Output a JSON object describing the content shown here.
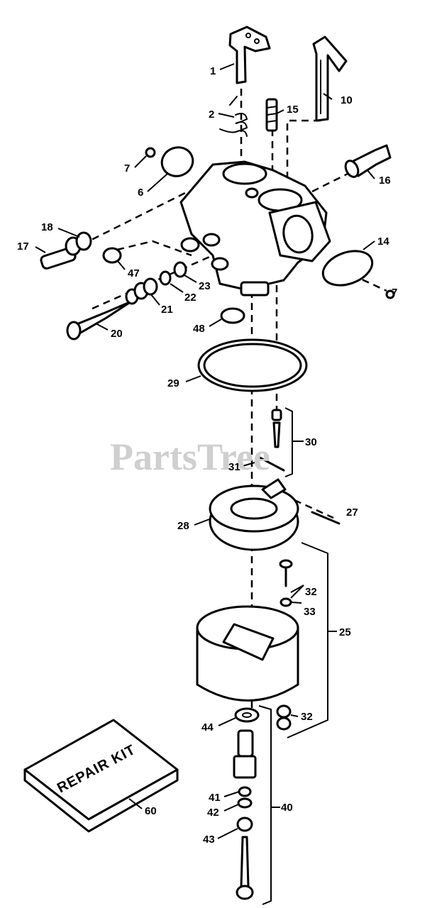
{
  "watermark": "PartsTree",
  "repair_kit_text": "REPAIR KIT",
  "callouts": {
    "c1": "1",
    "c2": "2",
    "c6": "6",
    "c7a": "7",
    "c7b": "7",
    "c10": "10",
    "c14": "14",
    "c15": "15",
    "c16": "16",
    "c17": "17",
    "c18": "18",
    "c20": "20",
    "c21": "21",
    "c22": "22",
    "c23": "23",
    "c25": "25",
    "c27": "27",
    "c28": "28",
    "c29": "29",
    "c30": "30",
    "c31": "31",
    "c32a": "32",
    "c32b": "32",
    "c33": "33",
    "c40": "40",
    "c41": "41",
    "c42": "42",
    "c43": "43",
    "c44": "44",
    "c47": "47",
    "c48": "48",
    "c60": "60"
  },
  "colors": {
    "ink": "#000000",
    "paper": "#ffffff",
    "watermark": "#cfcfcf"
  }
}
